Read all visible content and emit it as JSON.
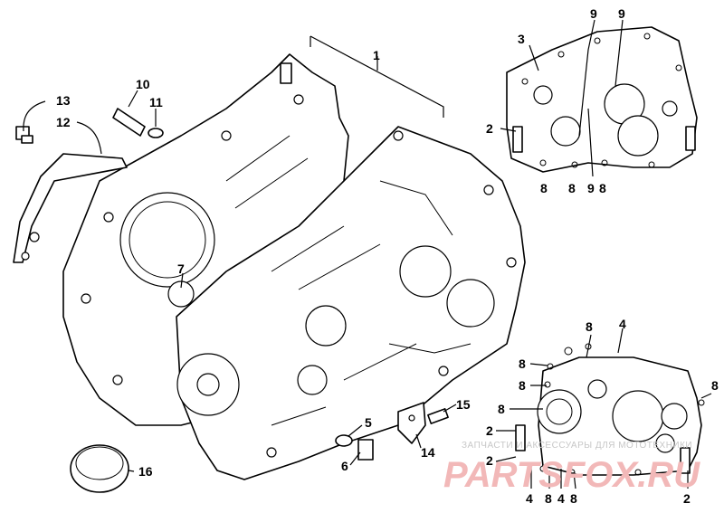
{
  "callouts": {
    "c1": "1",
    "c3": "3",
    "c9a": "9",
    "c9b": "9",
    "c2a": "2",
    "c8a": "8",
    "c8b": "8",
    "c9c": "9",
    "c8c": "8",
    "c10": "10",
    "c11": "11",
    "c13": "13",
    "c12": "12",
    "c7": "7",
    "c8d": "8",
    "c4a": "4",
    "c8e": "8",
    "c8f": "8",
    "c8g": "8",
    "c8h": "8",
    "c2b": "2",
    "c2c": "2",
    "c4b": "4",
    "c8i": "8",
    "c4c": "4",
    "c8j": "8",
    "c2d": "2",
    "c15": "15",
    "c5": "5",
    "c14": "14",
    "c6": "6",
    "c16": "16"
  },
  "watermark": {
    "caption": "ЗАПЧАСТИ И АКСЕССУАРЫ ДЛЯ МОТОТЕХНИКИ",
    "brand": "PARTSFOX.RU"
  }
}
